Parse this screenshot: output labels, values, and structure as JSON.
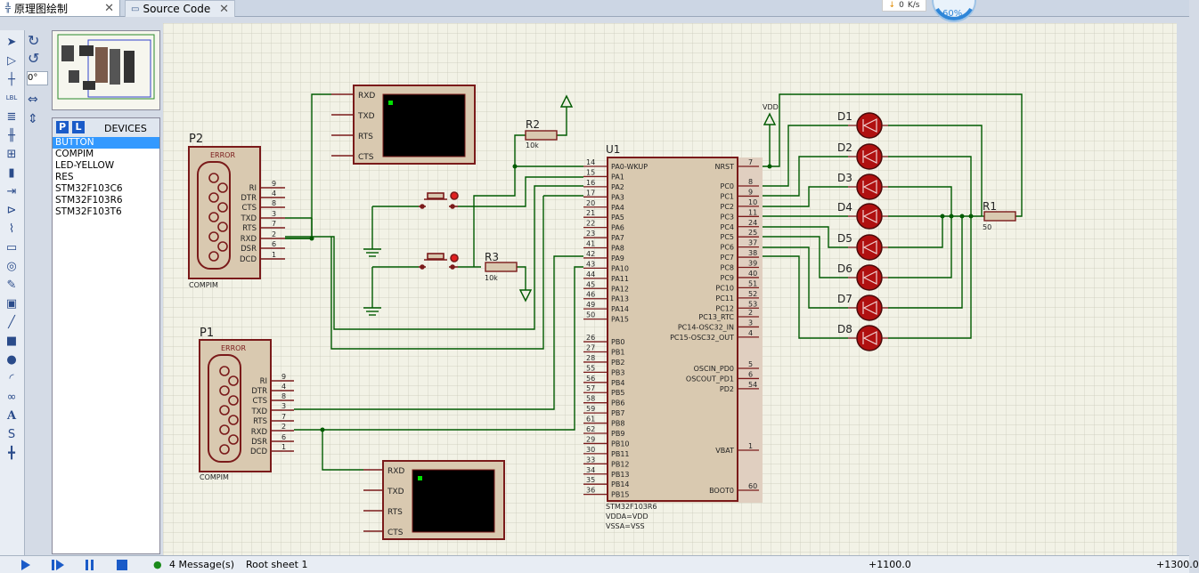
{
  "tabs": [
    {
      "label": "原理图绘制",
      "close": "✕"
    },
    {
      "label": "Source Code",
      "close": "✕"
    }
  ],
  "net_widget": {
    "value": "0",
    "unit": "K/s",
    "percent": "60%"
  },
  "rotation": {
    "value": "0°"
  },
  "devices": {
    "p_label": "P",
    "l_label": "L",
    "title": "DEVICES",
    "items": [
      "BUTTON",
      "COMPIM",
      "LED-YELLOW",
      "RES",
      "STM32F103C6",
      "STM32F103R6",
      "STM32F103T6"
    ],
    "selected_index": 0
  },
  "schematic": {
    "p2": {
      "ref": "P2",
      "type": "COMPIM",
      "error": "ERROR",
      "pins": [
        "RI",
        "DTR",
        "CTS",
        "TXD",
        "RTS",
        "RXD",
        "DSR",
        "DCD"
      ],
      "nums": [
        "9",
        "4",
        "8",
        "3",
        "7",
        "2",
        "6",
        "1"
      ]
    },
    "p1": {
      "ref": "P1",
      "type": "COMPIM",
      "error": "ERROR",
      "pins": [
        "RI",
        "DTR",
        "CTS",
        "TXD",
        "RTS",
        "RXD",
        "DSR",
        "DCD"
      ],
      "nums": [
        "9",
        "4",
        "8",
        "3",
        "7",
        "2",
        "6",
        "1"
      ]
    },
    "terminal_pins": [
      "RXD",
      "TXD",
      "RTS",
      "CTS"
    ],
    "r2": {
      "ref": "R2",
      "value": "10k"
    },
    "r3": {
      "ref": "R3",
      "value": "10k"
    },
    "r1": {
      "ref": "R1",
      "value": "50"
    },
    "vdd": "VDD",
    "u1": {
      "ref": "U1",
      "part": "STM32F103R6",
      "vdda": "VDDA=VDD",
      "vssa": "VSSA=VSS",
      "left_pins": [
        {
          "num": "14",
          "name": "PA0-WKUP"
        },
        {
          "num": "15",
          "name": "PA1"
        },
        {
          "num": "16",
          "name": "PA2"
        },
        {
          "num": "17",
          "name": "PA3"
        },
        {
          "num": "20",
          "name": "PA4"
        },
        {
          "num": "21",
          "name": "PA5"
        },
        {
          "num": "22",
          "name": "PA6"
        },
        {
          "num": "23",
          "name": "PA7"
        },
        {
          "num": "41",
          "name": "PA8"
        },
        {
          "num": "42",
          "name": "PA9"
        },
        {
          "num": "43",
          "name": "PA10"
        },
        {
          "num": "44",
          "name": "PA11"
        },
        {
          "num": "45",
          "name": "PA12"
        },
        {
          "num": "46",
          "name": "PA13"
        },
        {
          "num": "49",
          "name": "PA14"
        },
        {
          "num": "50",
          "name": "PA15"
        },
        {
          "num": "26",
          "name": "PB0"
        },
        {
          "num": "27",
          "name": "PB1"
        },
        {
          "num": "28",
          "name": "PB2"
        },
        {
          "num": "55",
          "name": "PB3"
        },
        {
          "num": "56",
          "name": "PB4"
        },
        {
          "num": "57",
          "name": "PB5"
        },
        {
          "num": "58",
          "name": "PB6"
        },
        {
          "num": "59",
          "name": "PB7"
        },
        {
          "num": "61",
          "name": "PB8"
        },
        {
          "num": "62",
          "name": "PB9"
        },
        {
          "num": "29",
          "name": "PB10"
        },
        {
          "num": "30",
          "name": "PB11"
        },
        {
          "num": "33",
          "name": "PB12"
        },
        {
          "num": "34",
          "name": "PB13"
        },
        {
          "num": "35",
          "name": "PB14"
        },
        {
          "num": "36",
          "name": "PB15"
        }
      ],
      "right_pins": [
        {
          "num": "7",
          "name": "NRST"
        },
        {
          "num": "8",
          "name": "PC0"
        },
        {
          "num": "9",
          "name": "PC1"
        },
        {
          "num": "10",
          "name": "PC2"
        },
        {
          "num": "11",
          "name": "PC3"
        },
        {
          "num": "24",
          "name": "PC4"
        },
        {
          "num": "25",
          "name": "PC5"
        },
        {
          "num": "37",
          "name": "PC6"
        },
        {
          "num": "38",
          "name": "PC7"
        },
        {
          "num": "39",
          "name": "PC8"
        },
        {
          "num": "40",
          "name": "PC9"
        },
        {
          "num": "51",
          "name": "PC10"
        },
        {
          "num": "52",
          "name": "PC11"
        },
        {
          "num": "53",
          "name": "PC12"
        },
        {
          "num": "2",
          "name": "PC13_RTC"
        },
        {
          "num": "3",
          "name": "PC14-OSC32_IN"
        },
        {
          "num": "4",
          "name": "PC15-OSC32_OUT"
        },
        {
          "num": "5",
          "name": "OSCIN_PD0"
        },
        {
          "num": "6",
          "name": "OSCOUT_PD1"
        },
        {
          "num": "54",
          "name": "PD2"
        },
        {
          "num": "1",
          "name": "VBAT"
        },
        {
          "num": "60",
          "name": "BOOT0"
        }
      ]
    },
    "leds": [
      "D1",
      "D2",
      "D3",
      "D4",
      "D5",
      "D6",
      "D7",
      "D8"
    ]
  },
  "status": {
    "messages": "4 Message(s)",
    "sheet": "Root sheet 1",
    "coord1": "+1100.0",
    "coord2": "+1300.0"
  }
}
